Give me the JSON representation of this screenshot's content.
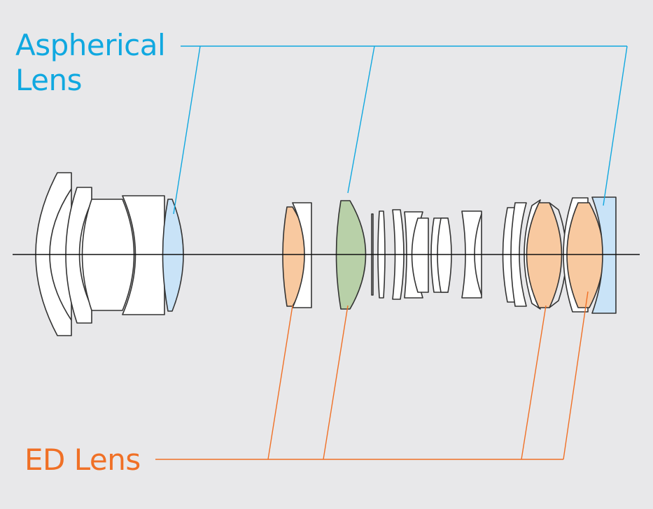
{
  "labels": {
    "aspherical_line1": "Aspherical",
    "aspherical_line2": "Lens",
    "ed": "ED Lens"
  },
  "colors": {
    "background": "#e8e8ea",
    "aspherical": "#10a8e0",
    "ed": "#f07026",
    "aspherical_fill": "#c9e3f7",
    "ed_fill": "#f8c9a0",
    "aspherical_ed_fill": "#b8d0a8",
    "lens_outline": "#333333",
    "axis": "#111111"
  },
  "legend": {
    "aspherical_lens_count": 3,
    "ed_lens_count": 4
  }
}
